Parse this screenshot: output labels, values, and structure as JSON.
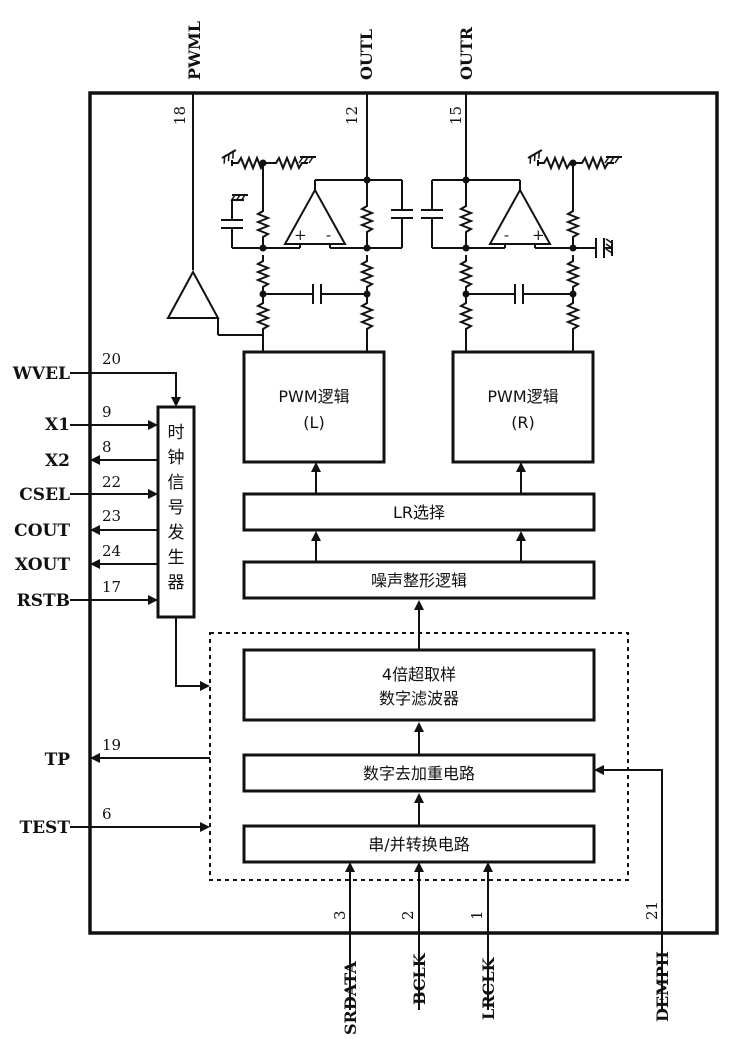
{
  "top_pins": {
    "pwml": {
      "name": "PWML",
      "num": "18"
    },
    "outl": {
      "name": "OUTL",
      "num": "12"
    },
    "outr": {
      "name": "OUTR",
      "num": "15"
    }
  },
  "left_pins": [
    {
      "name": "WVEL",
      "num": "20"
    },
    {
      "name": "X1",
      "num": "9"
    },
    {
      "name": "X2",
      "num": "8"
    },
    {
      "name": "CSEL",
      "num": "22"
    },
    {
      "name": "COUT",
      "num": "23"
    },
    {
      "name": "XOUT",
      "num": "24"
    },
    {
      "name": "RSTB",
      "num": "17"
    },
    {
      "name": "TP",
      "num": "19"
    },
    {
      "name": "TEST",
      "num": "6"
    }
  ],
  "bottom_pins": [
    {
      "name": "SRDATA",
      "num": "3"
    },
    {
      "name": "BCLK",
      "num": "2"
    },
    {
      "name": "LRCLK",
      "num": "1"
    },
    {
      "name": "DEMPH",
      "num": "21"
    }
  ],
  "blocks": {
    "pwm_l": {
      "line1": "PWM逻辑",
      "line2": "(L)"
    },
    "pwm_r": {
      "line1": "PWM逻辑",
      "line2": "(R)"
    },
    "lr_select": "LR选择",
    "noise_shaping": "噪声整形逻辑",
    "oversampling": {
      "line1": "4倍超取样",
      "line2": "数字滤波器"
    },
    "deemphasis": "数字去加重电路",
    "serial_parallel": "串/并转换电路",
    "clock_gen": [
      "时",
      "钟",
      "信",
      "号",
      "发",
      "生",
      "器"
    ]
  },
  "op_amp_signs": {
    "plus": "+",
    "minus": "-"
  }
}
